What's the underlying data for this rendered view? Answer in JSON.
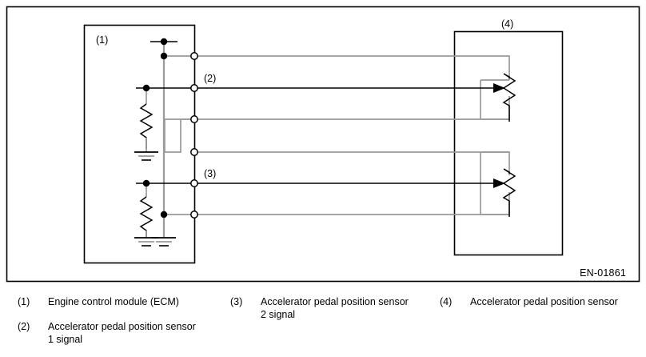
{
  "figure": {
    "code": "EN-01861",
    "border": {
      "color": "#000000"
    }
  },
  "diagram": {
    "colors": {
      "outline": "#000000",
      "wire_gray": "#9a9a9a",
      "wire_black": "#000000",
      "node_fill": "#ffffff",
      "junction_fill": "#000000"
    },
    "callouts": [
      {
        "id": "1",
        "label": "(1)",
        "target": "engine-control-module-box"
      },
      {
        "id": "2",
        "label": "(2)",
        "target": "app-sensor-1-signal-wire"
      },
      {
        "id": "3",
        "label": "(3)",
        "target": "app-sensor-2-signal-wire"
      },
      {
        "id": "4",
        "label": "(4)",
        "target": "accelerator-pedal-position-sensor-box"
      }
    ],
    "blocks": [
      {
        "name": "engine-control-module-box",
        "ref": "(1)"
      },
      {
        "name": "accelerator-pedal-position-sensor-box",
        "ref": "(4)"
      }
    ],
    "components": {
      "ecm_pullup_resistors": 2,
      "ecm_grounds": 3,
      "sensor_potentiometers": 2,
      "ecm_terminals": 6
    }
  },
  "legend": {
    "items": [
      {
        "num": "(1)",
        "text": "Engine control module (ECM)"
      },
      {
        "num": "(2)",
        "text": "Accelerator pedal position sensor 1 signal"
      },
      {
        "num": "(3)",
        "text": "Accelerator pedal position sensor 2 signal"
      },
      {
        "num": "(4)",
        "text": "Accelerator pedal position sensor"
      }
    ]
  }
}
